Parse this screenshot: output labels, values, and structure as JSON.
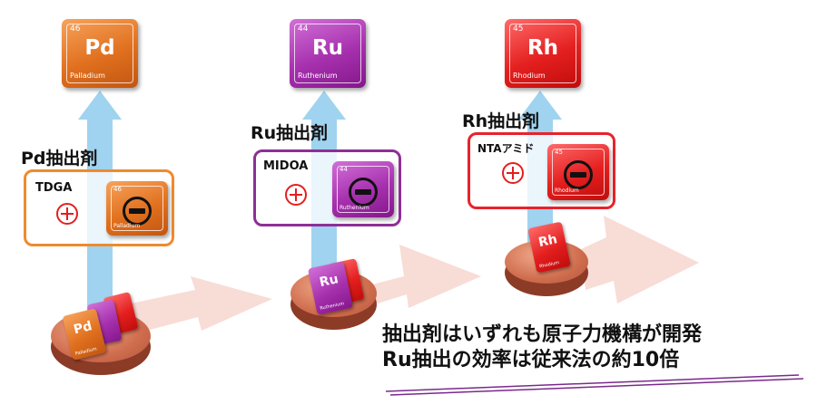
{
  "elements": {
    "pd": {
      "number": "46",
      "symbol": "Pd",
      "name": "Palladium",
      "color": "#e0701e"
    },
    "ru": {
      "number": "44",
      "symbol": "Ru",
      "name": "Ruthenium",
      "color": "#a630ad"
    },
    "rh": {
      "number": "45",
      "symbol": "Rh",
      "name": "Rhodium",
      "color": "#e41f1f"
    }
  },
  "extractants": {
    "pd": {
      "title": "Pd抽出剤",
      "agent": "TDGA"
    },
    "ru": {
      "title": "Ru抽出剤",
      "agent": "MIDOA"
    },
    "rh": {
      "title": "Rh抽出剤",
      "agent": "NTAアミド"
    }
  },
  "summary": {
    "line1": "抽出剤はいずれも原子力機構が開発",
    "line2": "Ru抽出の効率は従来法の約10倍"
  },
  "colors": {
    "arrow_up": "#9fd3ef",
    "arrow_flow": "#f8dcd6",
    "underline": "#7a2a8c"
  }
}
